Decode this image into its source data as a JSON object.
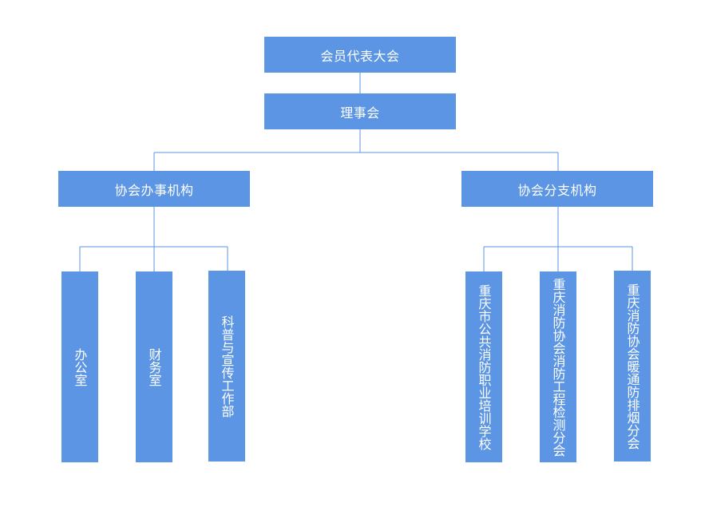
{
  "org_chart": {
    "assembly": "会员代表大会",
    "council": "理事会",
    "office_branch": {
      "title": "协会办事机构",
      "units": [
        "办公室",
        "财务室",
        "科普与宣传工作部"
      ]
    },
    "sub_branch": {
      "title": "协会分支机构",
      "units": [
        "重庆市公共消防职业培训学校",
        "重庆消防协会消防工程检测分会",
        "重庆消防协会暖通防排烟分会"
      ]
    }
  },
  "colors": {
    "box_fill": "#5b95e3",
    "box_text": "#ffffff",
    "connector": "#5b95e3"
  }
}
